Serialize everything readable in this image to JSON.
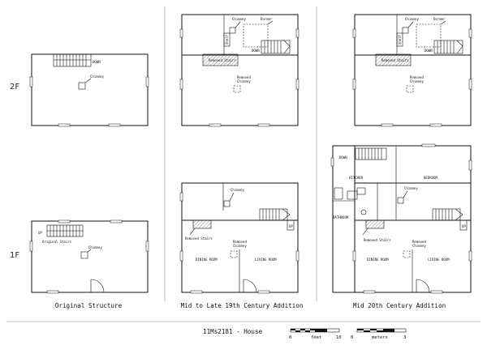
{
  "floors": {
    "upper": "2F",
    "lower": "1F"
  },
  "captions": {
    "original": "Original Structure",
    "mid_late_19th": "Mid to Late 19th Century Addition",
    "mid_20th": "Mid 20th Century Addition"
  },
  "labels": {
    "chimney": "Chimney",
    "dormer": "Dormer",
    "shelf": "Shelf",
    "down": "DOWN",
    "up": "UP",
    "removed_stairs": "Removed Stairs",
    "removed_chimney_line1": "Removed",
    "removed_chimney_line2": "Chimney",
    "original_stairs": "Original Stairs",
    "dining_room": "DINING ROOM",
    "living_room": "LIVING ROOM",
    "kitchen": "KITCHEN",
    "bedroom": "BEDROOM",
    "bathroom": "BATHROOM"
  },
  "footer": {
    "site_title": "11Ms2181 - House",
    "scale_feet": {
      "start": "0",
      "unit": "feet",
      "end": "10"
    },
    "scale_meters": {
      "start": "0",
      "unit": "meters",
      "end": "3"
    }
  }
}
